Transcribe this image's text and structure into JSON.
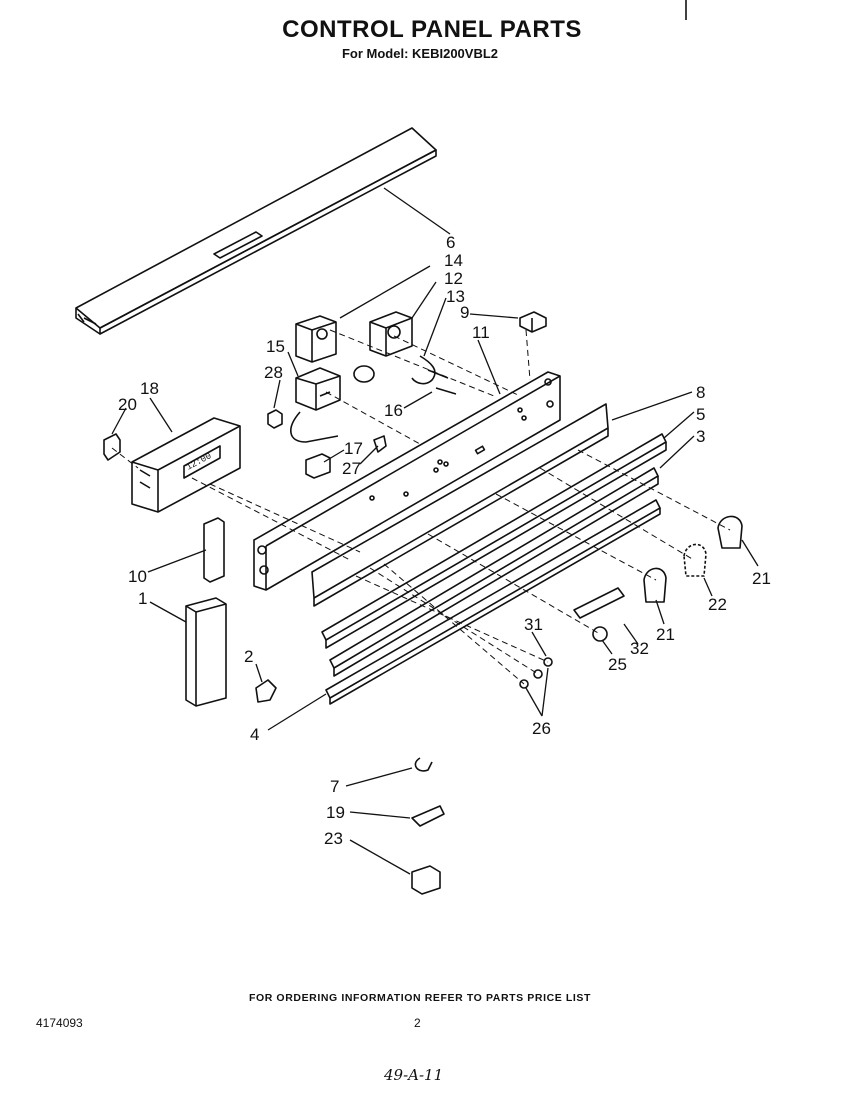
{
  "header": {
    "title": "CONTROL PANEL PARTS",
    "subtitle": "For Model: KEBI200VBL2"
  },
  "callouts": [
    "6",
    "14",
    "12",
    "13",
    "9",
    "11",
    "15",
    "28",
    "16",
    "18",
    "20",
    "17",
    "27",
    "8",
    "5",
    "3",
    "10",
    "1",
    "2",
    "4",
    "31",
    "25",
    "32",
    "21",
    "22",
    "21",
    "26",
    "7",
    "19",
    "23"
  ],
  "display_text": "12:00",
  "footer": {
    "note": "FOR ORDERING INFORMATION REFER TO PARTS PRICE LIST",
    "doc_number": "4174093",
    "page_number": "2",
    "handwritten": "49-A-11"
  }
}
